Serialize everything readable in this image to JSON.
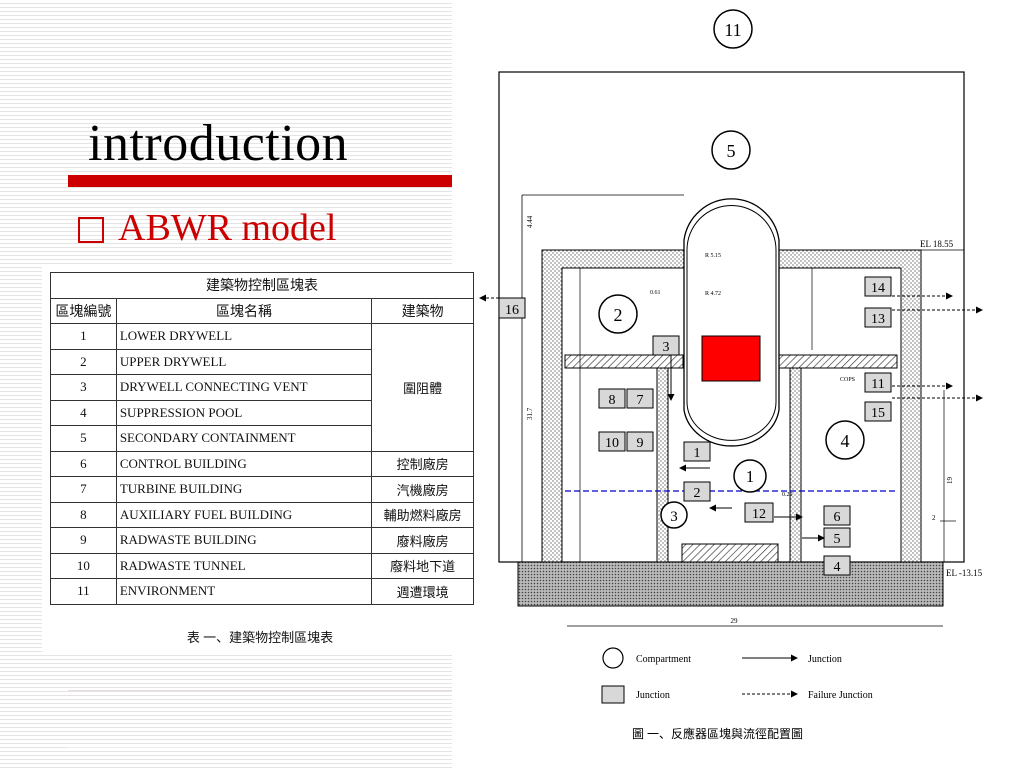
{
  "slide": {
    "title": "introduction",
    "bullet": "ABWR model"
  },
  "table": {
    "title": "建築物控制區塊表",
    "headers": [
      "區塊編號",
      "區塊名稱",
      "建築物"
    ],
    "rows": [
      {
        "num": "1",
        "name": "LOWER DRYWELL"
      },
      {
        "num": "2",
        "name": "UPPER DRYWELL"
      },
      {
        "num": "3",
        "name": "DRYWELL CONNECTING VENT"
      },
      {
        "num": "4",
        "name": "SUPPRESSION POOL"
      },
      {
        "num": "5",
        "name": "SECONDARY CONTAINMENT"
      },
      {
        "num": "6",
        "name": "CONTROL BUILDING",
        "building": "控制廠房"
      },
      {
        "num": "7",
        "name": "TURBINE BUILDING",
        "building": "汽機廠房"
      },
      {
        "num": "8",
        "name": "AUXILIARY FUEL BUILDING",
        "building": "輔助燃料廠房"
      },
      {
        "num": "9",
        "name": "RADWASTE BUILDING",
        "building": "廢料廠房"
      },
      {
        "num": "10",
        "name": "RADWASTE TUNNEL",
        "building": "廢料地下道"
      },
      {
        "num": "11",
        "name": "ENVIRONMENT",
        "building": "週遭環境"
      }
    ],
    "merged_building": "圍阻體",
    "caption": "表 一、建築物控制區塊表"
  },
  "diagram": {
    "compartments": [
      "11",
      "5",
      "2",
      "1",
      "3",
      "4"
    ],
    "junctions": [
      "16",
      "14",
      "13",
      "11",
      "15",
      "3",
      "8",
      "7",
      "10",
      "9",
      "1",
      "2",
      "12",
      "6",
      "5",
      "4"
    ],
    "elevation_top": "EL 18.55",
    "elevation_bottom": "EL -13.15",
    "labels": {
      "r515": "R 5.15",
      "r472": "R 4.72",
      "d061": "0.61",
      "d025": "0.25",
      "d444": "4.44",
      "d317": "31.7",
      "d29": "29",
      "d19": "19",
      "d2": "2",
      "cops": "COPS"
    },
    "legend": {
      "compartment": "Compartment",
      "junction": "Junction",
      "junction_arrow": "Junction",
      "failure_junction": "Failure Junction"
    },
    "caption": "圖 一、反應器區塊與流徑配置圖",
    "colors": {
      "reactor_core": "#ff0000",
      "water_line": "#0000cc"
    }
  }
}
